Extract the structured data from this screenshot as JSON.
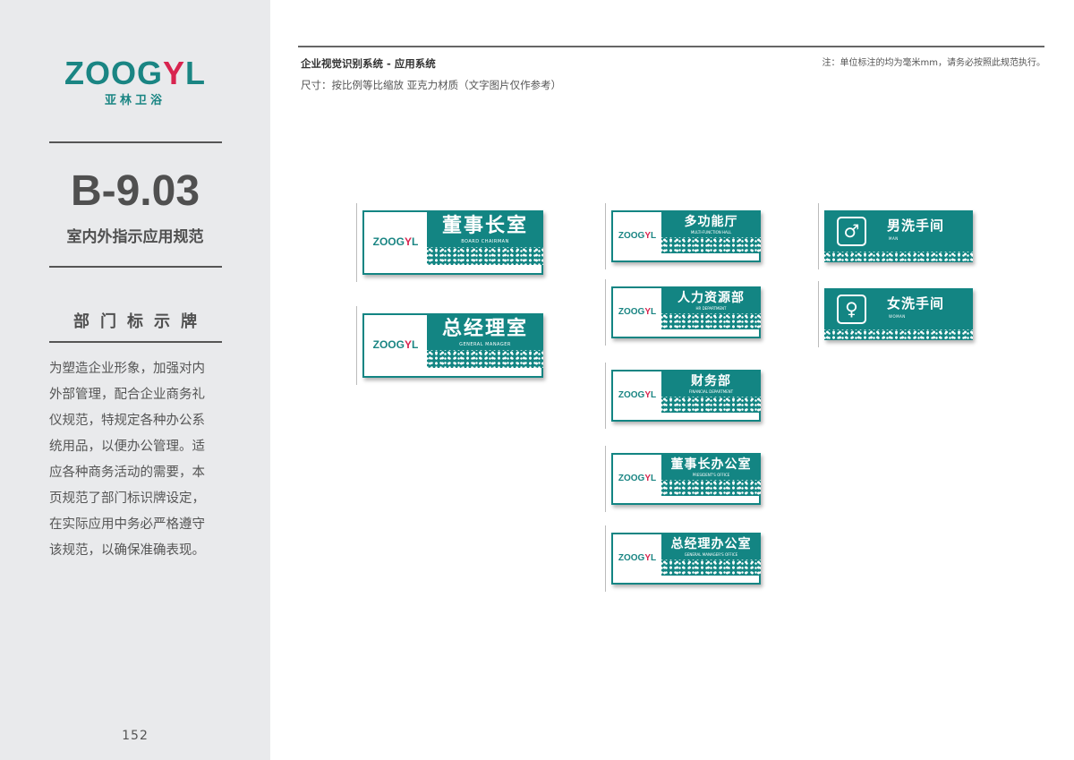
{
  "sidebar": {
    "logo_text": "ZOOGYL",
    "logo_cn": "亚林卫浴",
    "code": "B-9.03",
    "subtitle": "室内外指示应用规范",
    "section": "部门标示牌",
    "paragraph": [
      "为塑造企业形象，加强对内",
      "外部管理，配合企业商务礼",
      "仪规范，特规定各种办公系",
      "统用品，以便办公管理。适",
      "应各种商务活动的需要，本",
      "页规范了部门标识牌设定，",
      "在实际应用中务必严格遵守",
      "该规范，以确保准确表现。"
    ],
    "page_number": "152"
  },
  "header": {
    "title": "企业视觉识别系统 - 应用系统",
    "note": "注：单位标注的均为毫米mm，请务必按照此规范执行。",
    "size_note": "尺寸：按比例等比缩放 亚克力材质（文字图片仅作参考）"
  },
  "signs": {
    "large": [
      {
        "title": "董事长室",
        "en": "BOARD CHAIRMAN"
      },
      {
        "title": "总经理室",
        "en": "GENERAL MANAGER"
      }
    ],
    "medium": [
      {
        "title": "多功能厅",
        "en": "MULTI-FUNCTION HALL"
      },
      {
        "title": "人力资源部",
        "en": "HR DEPARTMENT"
      },
      {
        "title": "财务部",
        "en": "FINANCIAL DEPARTMENT"
      },
      {
        "title": "董事长办公室",
        "en": "PRESIDENT'S OFFICE"
      },
      {
        "title": "总经理办公室",
        "en": "GENERAL MANAGER'S OFFICE"
      }
    ],
    "restroom": [
      {
        "title": "男洗手间",
        "en": "MAN",
        "icon": "male-icon"
      },
      {
        "title": "女洗手间",
        "en": "WOMAN",
        "icon": "female-icon"
      }
    ],
    "logo_text": "ZOOGYL"
  },
  "colors": {
    "brand_teal": "#138583",
    "accent_red": "#d8244f",
    "sidebar_bg": "#e9eaec"
  }
}
